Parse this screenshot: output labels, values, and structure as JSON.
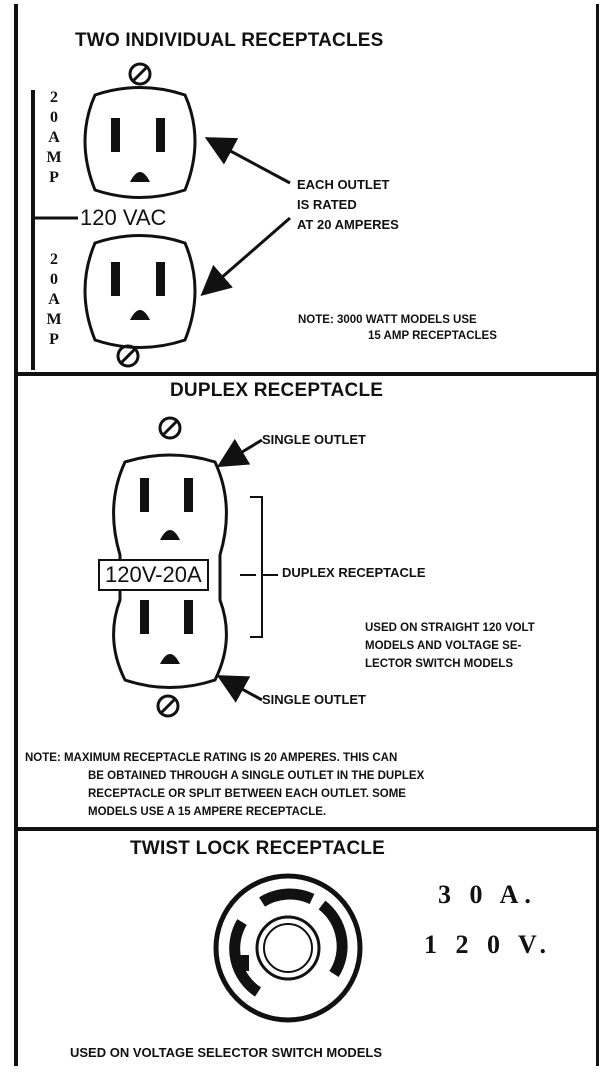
{
  "section1": {
    "title": "TWO INDIVIDUAL RECEPTACLES",
    "amp_label_top": [
      "2",
      "0",
      "A",
      "M",
      "P"
    ],
    "amp_label_bottom": [
      "2",
      "0",
      "A",
      "M",
      "P"
    ],
    "voltage_label": "120 VAC",
    "callout": [
      "EACH OUTLET",
      "IS RATED",
      "AT 20 AMPERES"
    ],
    "note": [
      "NOTE:  3000 WATT MODELS USE",
      "15  AMP  RECEPTACLES"
    ]
  },
  "section2": {
    "title": "DUPLEX RECEPTACLE",
    "single_outlet_top": "SINGLE OUTLET",
    "single_outlet_bottom": "SINGLE OUTLET",
    "box_label": "120V-20A",
    "duplex_label": "DUPLEX RECEPTACLE",
    "used_on": [
      "USED ON STRAIGHT 120 VOLT",
      "MODELS AND VOLTAGE SE-",
      "LECTOR SWITCH MODELS"
    ],
    "note": [
      "NOTE:  MAXIMUM RECEPTACLE RATING IS 20 AMPERES.  THIS CAN",
      "BE OBTAINED THROUGH A SINGLE OUTLET IN THE DUPLEX",
      "RECEPTACLE OR SPLIT BETWEEN EACH OUTLET.  SOME",
      "MODELS USE A 15 AMPERE RECEPTACLE."
    ]
  },
  "section3": {
    "title": "TWIST LOCK RECEPTACLE",
    "rating_amps": "3 0  A.",
    "rating_volts": "1 2 0 V.",
    "footer": "USED ON VOLTAGE SELECTOR SWITCH MODELS"
  }
}
